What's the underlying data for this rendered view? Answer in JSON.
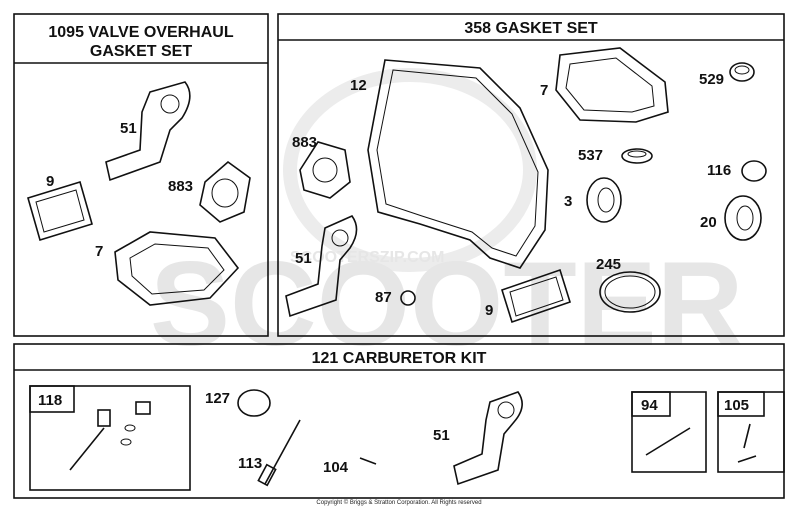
{
  "panels": {
    "valve": {
      "title_line1": "1095 VALVE OVERHAUL",
      "title_line2": "GASKET SET"
    },
    "gasket": {
      "title": "358 GASKET SET"
    },
    "carb": {
      "title": "121 CARBURETOR KIT"
    }
  },
  "callouts": {
    "valve": [
      "51",
      "9",
      "883",
      "7"
    ],
    "gasket": [
      "12",
      "7",
      "529",
      "883",
      "537",
      "116",
      "3",
      "20",
      "51",
      "87",
      "9",
      "245"
    ],
    "carb": [
      "118",
      "127",
      "113",
      "104",
      "51",
      "94",
      "105"
    ]
  },
  "watermark": {
    "brand": "SCOOTER",
    "site": "SCOOTERSZIP.COM"
  },
  "footer": {
    "copyright": "Copyright © Briggs & Stratton Corporation. All Rights reserved"
  },
  "colors": {
    "line": "#111111",
    "watermark": "#e6e6e6",
    "background": "#ffffff"
  }
}
